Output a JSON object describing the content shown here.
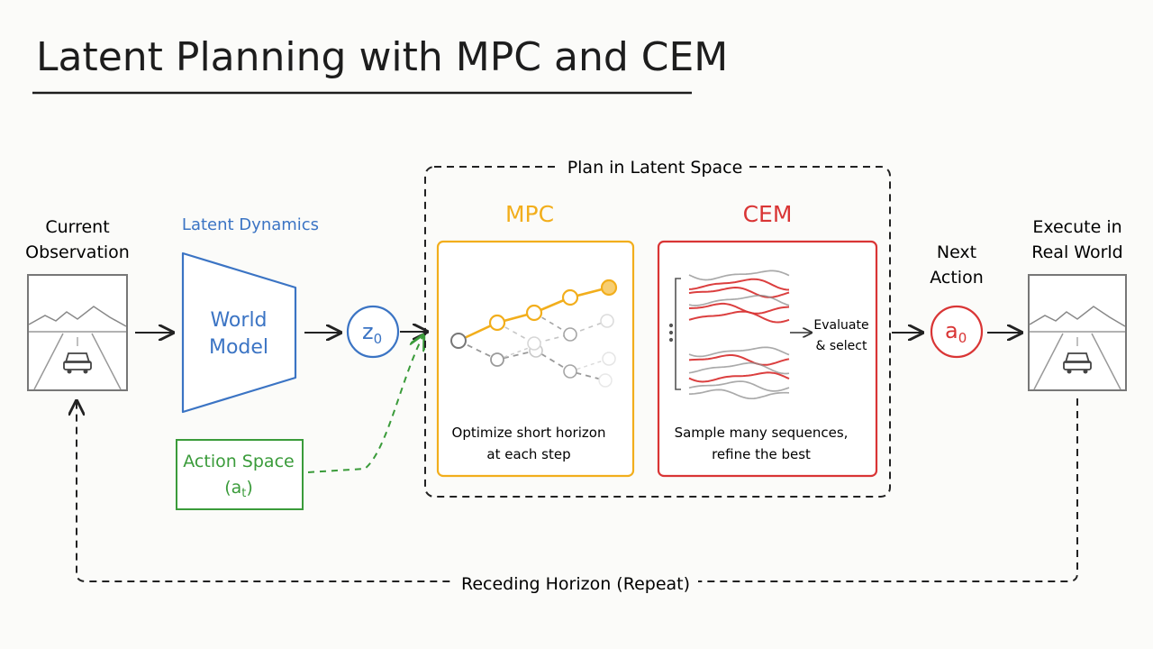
{
  "title": "Latent Planning with MPC and CEM",
  "observation": {
    "label_line1": "Current",
    "label_line2": "Observation"
  },
  "latent_dynamics": {
    "label": "Latent Dynamics",
    "model_line1": "World",
    "model_line2": "Model"
  },
  "latent_state": {
    "symbol": "z",
    "subscript": "0"
  },
  "action_space": {
    "label": "Action Space",
    "symbol": "(a",
    "subscript": "t",
    "close": ")"
  },
  "plan": {
    "label": "Plan in Latent Space"
  },
  "mpc": {
    "title": "MPC",
    "caption_line1": "Optimize short horizon",
    "caption_line2": "at each step"
  },
  "cem": {
    "title": "CEM",
    "caption_line1": "Sample many sequences,",
    "caption_line2": "refine the best",
    "evaluate_line1": "Evaluate",
    "evaluate_line2": "& select"
  },
  "next_action": {
    "label_line1": "Next",
    "label_line2": "Action",
    "symbol": "a",
    "subscript": "0"
  },
  "execute": {
    "label_line1": "Execute in",
    "label_line2": "Real World"
  },
  "loop": {
    "label": "Receding Horizon (Repeat)"
  },
  "colors": {
    "ink": "#222222",
    "blue": "#3b74c4",
    "green": "#3a9b3a",
    "orange": "#f2ae1c",
    "red": "#d93535",
    "gray": "#8d8d8d"
  }
}
